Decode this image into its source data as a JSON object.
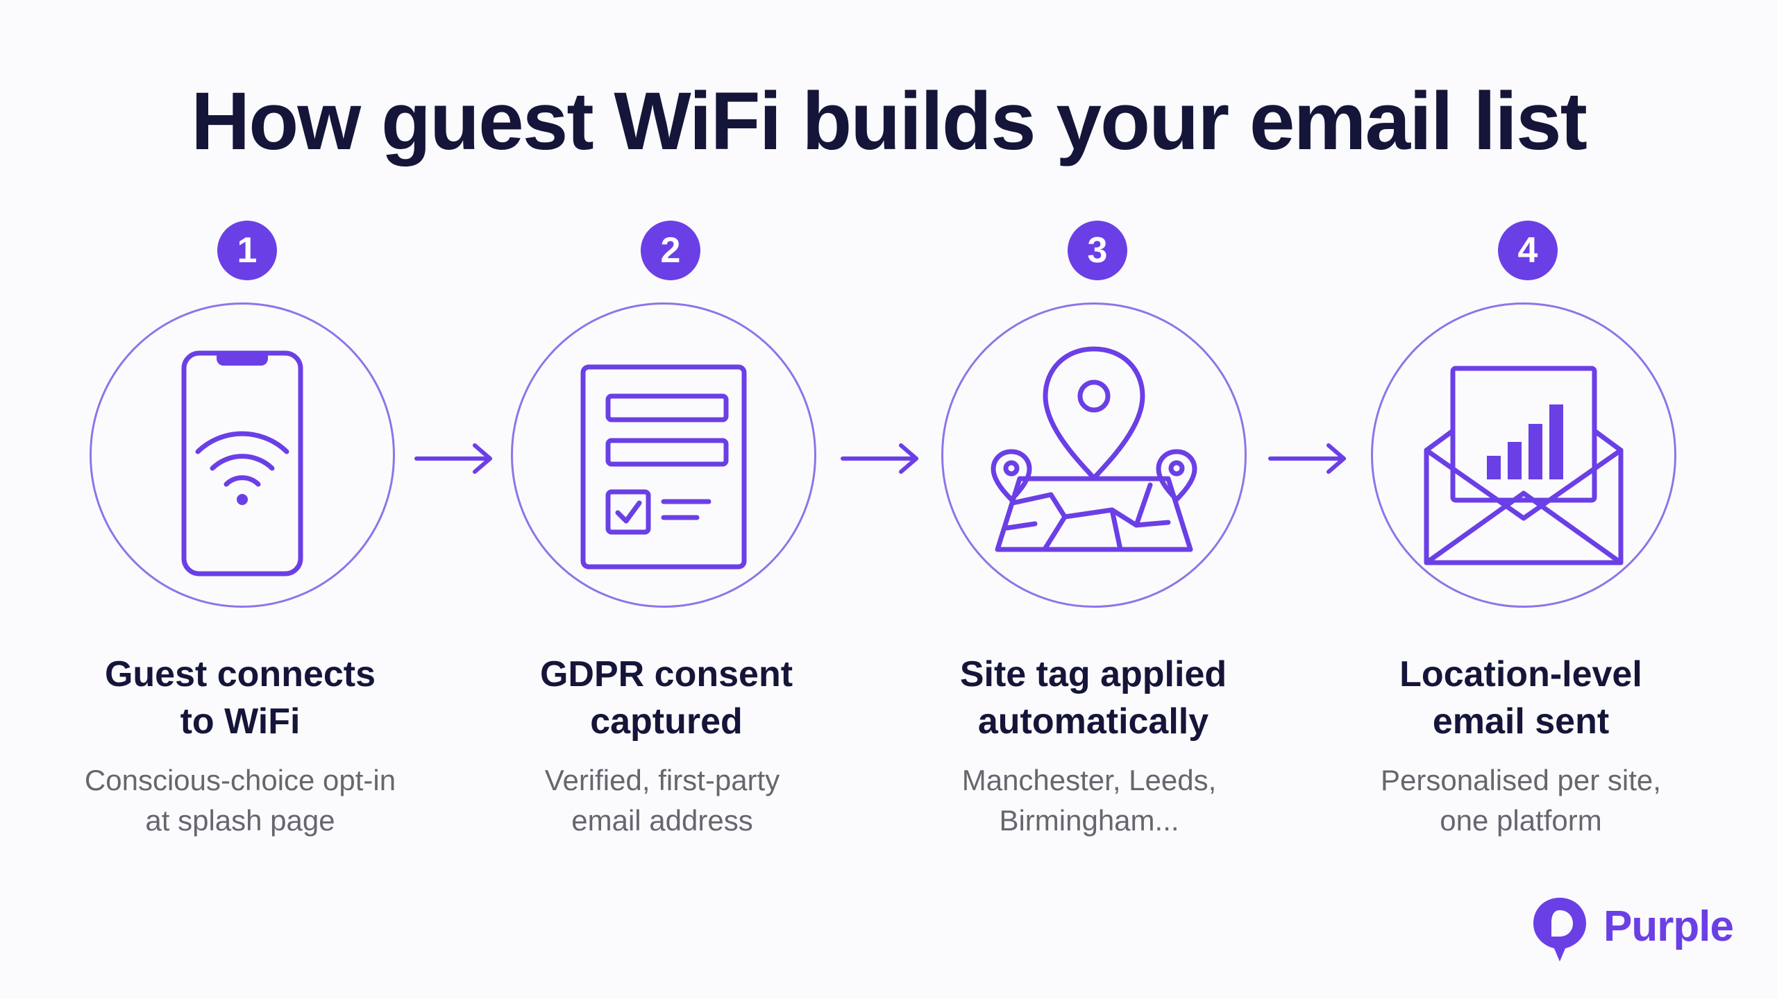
{
  "title": "How guest WiFi builds your email list",
  "steps": [
    {
      "number": "1",
      "icon": "smartphone-wifi-icon",
      "title_lines": [
        "Guest connects",
        "to WiFi"
      ],
      "desc_lines": [
        "Conscious-choice opt-in",
        "at splash page"
      ]
    },
    {
      "number": "2",
      "icon": "consent-form-icon",
      "title_lines": [
        "GDPR consent",
        "captured"
      ],
      "desc_lines": [
        "Verified, first-party",
        "email address"
      ]
    },
    {
      "number": "3",
      "icon": "map-pins-icon",
      "title_lines": [
        "Site tag applied",
        "automatically"
      ],
      "desc_lines": [
        "Manchester, Leeds,",
        "Birmingham..."
      ]
    },
    {
      "number": "4",
      "icon": "email-chart-icon",
      "title_lines": [
        "Location-level",
        "email sent"
      ],
      "desc_lines": [
        "Personalised per site,",
        "one platform"
      ]
    }
  ],
  "brand": {
    "name": "Purple",
    "icon": "purple-logo-icon"
  },
  "colors": {
    "accent": "#6b3fe6",
    "ring": "#8f74e8",
    "title": "#15153a",
    "description": "#66666f",
    "background": "#fbfbfd"
  }
}
